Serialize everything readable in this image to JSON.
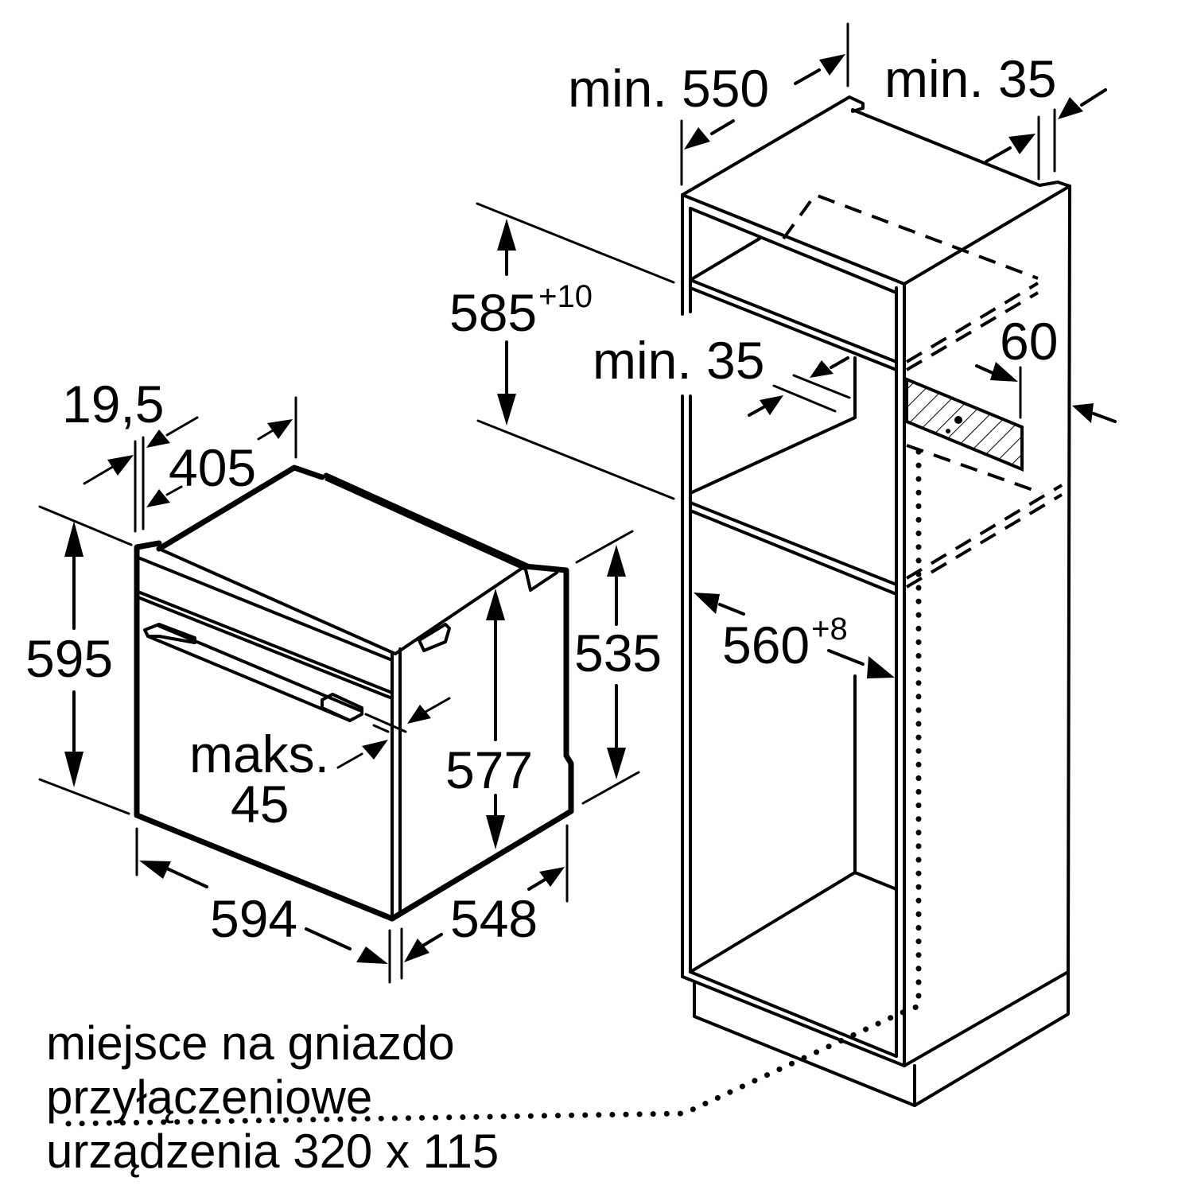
{
  "diagram": {
    "type": "installation-dimension-drawing",
    "subject": "built-in oven and tall cabinet niche",
    "units": "mm",
    "colors": {
      "line": "#000000",
      "background": "#ffffff"
    }
  },
  "oven": {
    "dimensions": {
      "height": "595",
      "width": "594",
      "depth": "548",
      "body_height": "577",
      "side_height": "535",
      "top_depth": "405",
      "front_panel": "19,5",
      "max_label": "maks.",
      "max_value": "45"
    }
  },
  "cabinet": {
    "dimensions": {
      "depth_label": "min. 550",
      "rear_gap_label": "min. 35",
      "niche_height": "585",
      "niche_height_tolerance": "+10",
      "shelf_gap_label": "min. 35",
      "vent_gap": "60",
      "niche_width": "560",
      "niche_width_tolerance": "+8"
    }
  },
  "note": {
    "line1": "miejsce na gniazdo",
    "line2": "przyłączeniowe",
    "line3": "urządzenia 320 x 115"
  }
}
